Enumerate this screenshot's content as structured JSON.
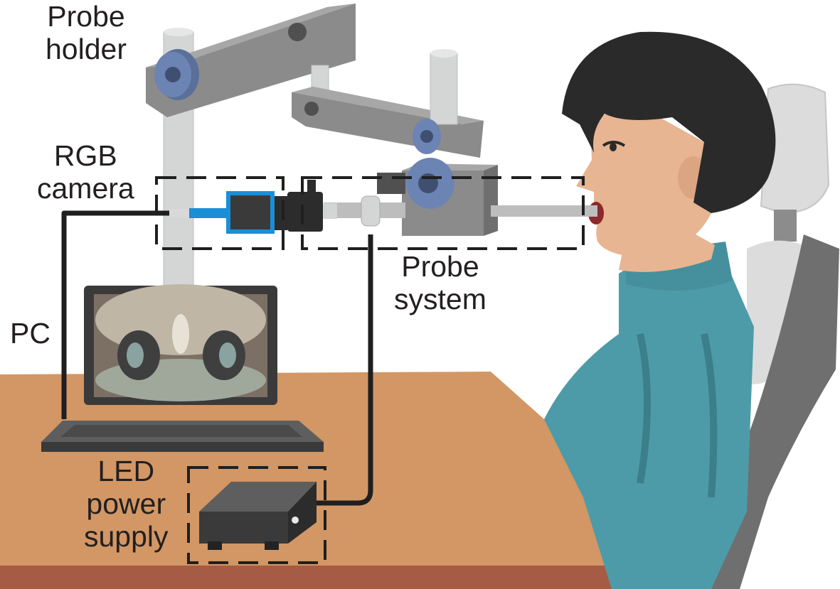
{
  "labels": {
    "probe_holder": [
      "Probe",
      "holder"
    ],
    "rgb_camera": [
      "RGB",
      "camera"
    ],
    "pc": "PC",
    "probe_system": [
      "Probe",
      "system"
    ],
    "led_power_supply": [
      "LED",
      "power",
      "supply"
    ]
  },
  "colors": {
    "table_top": "#d29764",
    "table_edge": "#a65b45",
    "holder_gray": "#8b8b8b",
    "pole_light": "#d4d5d5",
    "knob_blue": "#6c84b3",
    "camera_blue": "#1a8fd7",
    "sweater_teal": "#4d9ba8",
    "skin": "#e7b591",
    "hair": "#2a2a2b",
    "chair_dark": "#6f6f6f",
    "chair_light": "#dcdcdc",
    "device_dark": "#3a3a3b",
    "dash_line": "#1f1f1f"
  },
  "icons": {
    "laptop": "laptop-icon",
    "camera": "camera-icon",
    "power_supply": "power-supply-icon",
    "person": "patient-figure",
    "chair": "chair-icon"
  }
}
